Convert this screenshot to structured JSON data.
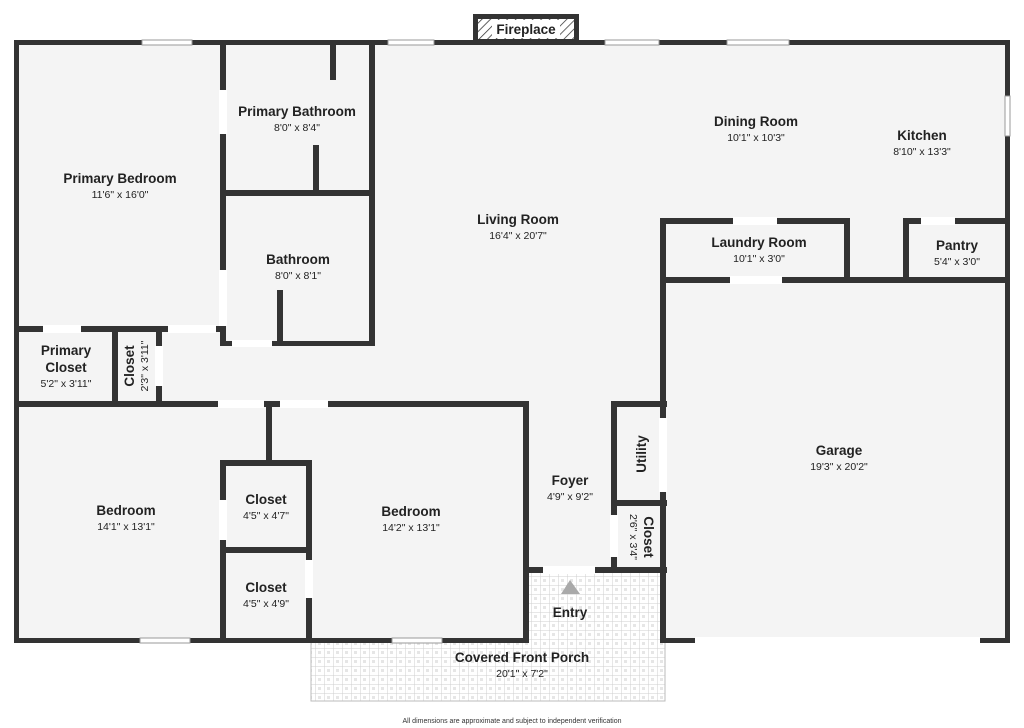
{
  "plan": {
    "fireplace_label": "Fireplace",
    "rooms": {
      "primary_bedroom": {
        "name": "Primary Bedroom",
        "dim": "11'6\" x 16'0\""
      },
      "primary_bathroom": {
        "name": "Primary Bathroom",
        "dim": "8'0\" x 8'4\""
      },
      "bathroom": {
        "name": "Bathroom",
        "dim": "8'0\" x 8'1\""
      },
      "living_room": {
        "name": "Living Room",
        "dim": "16'4\" x 20'7\""
      },
      "dining_room": {
        "name": "Dining Room",
        "dim": "10'1\" x 10'3\""
      },
      "kitchen": {
        "name": "Kitchen",
        "dim": "8'10\" x 13'3\""
      },
      "laundry_room": {
        "name": "Laundry Room",
        "dim": "10'1\" x 3'0\""
      },
      "pantry": {
        "name": "Pantry",
        "dim": "5'4\" x 3'0\""
      },
      "primary_closet": {
        "name_line1": "Primary",
        "name_line2": "Closet",
        "dim": "5'2\" x 3'11\""
      },
      "closet_small": {
        "name": "Closet",
        "dim": "2'3\" x 3'11\""
      },
      "bedroom_left": {
        "name": "Bedroom",
        "dim": "14'1\" x 13'1\""
      },
      "closet_upper": {
        "name": "Closet",
        "dim": "4'5\" x 4'7\""
      },
      "closet_lower": {
        "name": "Closet",
        "dim": "4'5\" x 4'9\""
      },
      "bedroom_mid": {
        "name": "Bedroom",
        "dim": "14'2\" x 13'1\""
      },
      "foyer": {
        "name": "Foyer",
        "dim": "4'9\" x 9'2\""
      },
      "utility": {
        "name": "Utility"
      },
      "closet_foyer": {
        "name": "Closet",
        "dim": "2'6\" x 3'4\""
      },
      "garage": {
        "name": "Garage",
        "dim": "19'3\" x 20'2\""
      },
      "entry": {
        "name": "Entry"
      },
      "porch": {
        "name": "Covered Front Porch",
        "dim": "20'1\" x 7'2\""
      }
    },
    "footer": "All dimensions are approximate and subject to independent verification",
    "colors": {
      "wall": "#333333",
      "floor": "#f4f4f4",
      "porch_tile": "#cfcfcf"
    }
  }
}
